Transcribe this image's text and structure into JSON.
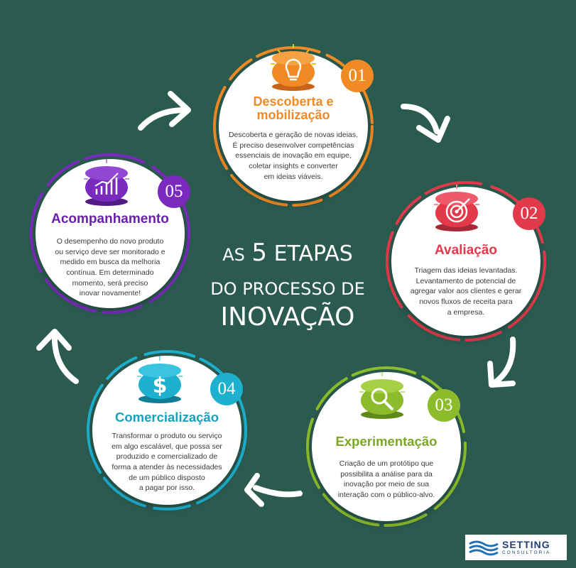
{
  "center": {
    "line1_prefix": "AS",
    "line1_number": "5",
    "line1_suffix": "ETAPAS",
    "line2": "DO PROCESSO DE",
    "line3": "INOVAÇÃO"
  },
  "steps": [
    {
      "number": "01",
      "title_line1": "Descoberta e",
      "title_line2": "mobilização",
      "text": [
        "Descoberta e geração de novas ideias.",
        "É preciso desenvolver competências",
        "essenciais de inovação em equipe,",
        "coletar insights e converter",
        "em ideias viáveis."
      ],
      "color": "#f08a24",
      "icon": "lightbulb-icon"
    },
    {
      "number": "02",
      "title_line1": "Avaliação",
      "text": [
        "Triagem das ideias levantadas.",
        "Levantamento de potencial de",
        "agregar valor aos clientes e gerar",
        "novos fluxos de receita para",
        "a empresa."
      ],
      "color": "#e23a4b",
      "icon": "target-icon"
    },
    {
      "number": "03",
      "title_line1": "Experimentação",
      "text": [
        "Criação de um protótipo que",
        "possibilita a análise para da",
        "inovação por meio de sua",
        "interação com o público-alvo."
      ],
      "color": "#8cbc2b",
      "icon": "magnifier-icon"
    },
    {
      "number": "04",
      "title_line1": "Comercialização",
      "text": [
        "Transformar o produto ou serviço",
        "em algo escalável, que possa ser",
        "produzido e comercializado de",
        "forma a atender às necessidades",
        "de um público disposto",
        "a pagar por isso."
      ],
      "color": "#1db0cf",
      "icon": "dollar-icon"
    },
    {
      "number": "05",
      "title_line1": "Acompanhamento",
      "text": [
        "O desempenho do novo produto",
        "ou serviço deve ser monitorado e",
        "medido em busca da melhoria",
        "contínua. Em determinado",
        "momento, será preciso",
        "inovar novamente!"
      ],
      "color": "#7a2bbd",
      "icon": "chart-icon"
    }
  ],
  "logo": {
    "name": "SETTING",
    "sub": "CONSULTORIA"
  },
  "colors": {
    "background": "#2b5a4f"
  }
}
